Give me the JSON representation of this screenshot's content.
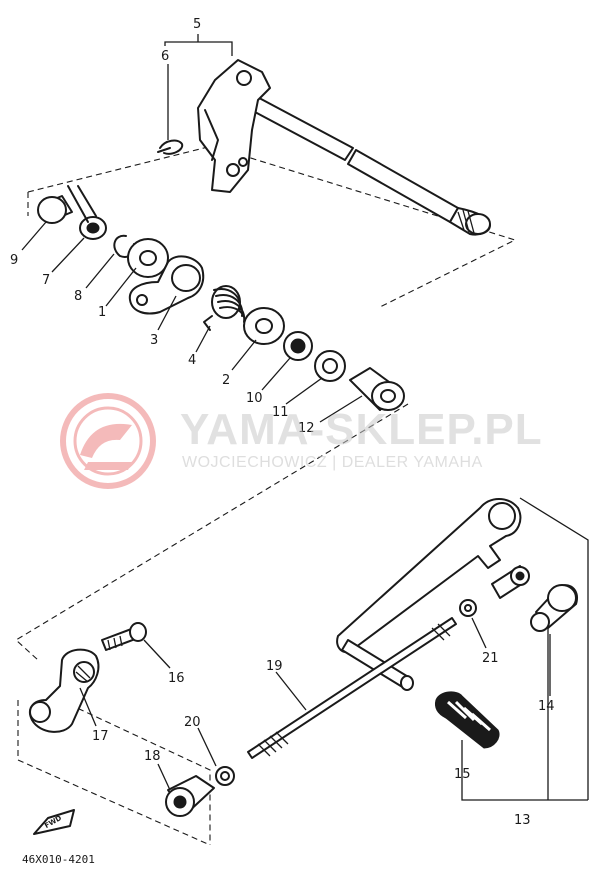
{
  "watermark": {
    "title": "YAMA-SKLEP.PL",
    "subtitle": "WOJCIECHOWICZ | DEALER YAMAHA"
  },
  "diagram_code": "46X010-4201",
  "front_marker": "FWD",
  "colors": {
    "ink": "#1a1a1a",
    "watermark_red": "#e23c3c",
    "watermark_grey": "#c8c8c8"
  },
  "callouts": [
    "1",
    "2",
    "3",
    "4",
    "5",
    "6",
    "7",
    "8",
    "9",
    "10",
    "11",
    "12",
    "13",
    "14",
    "15",
    "16",
    "17",
    "18",
    "19",
    "20",
    "21"
  ]
}
